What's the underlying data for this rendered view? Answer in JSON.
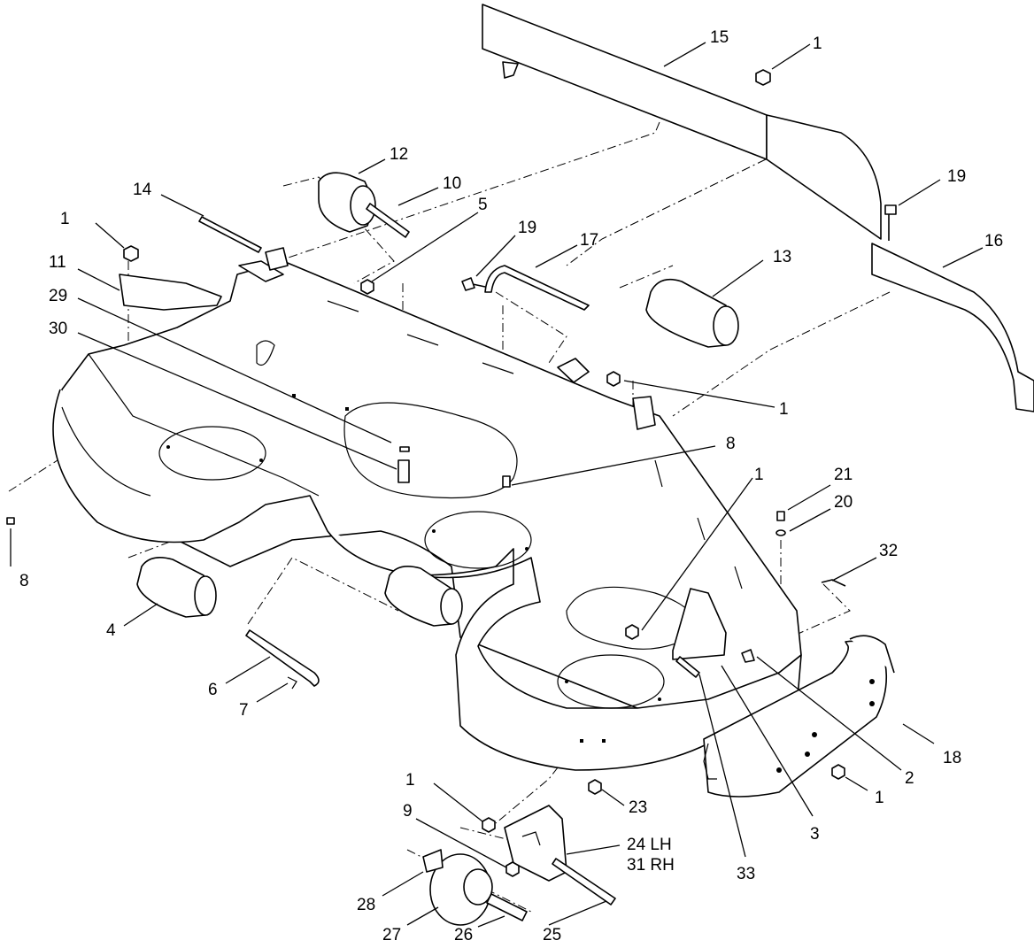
{
  "callouts": [
    {
      "id": "c15",
      "text": "15"
    },
    {
      "id": "c1a",
      "text": "1"
    },
    {
      "id": "c19a",
      "text": "19"
    },
    {
      "id": "c16",
      "text": "16"
    },
    {
      "id": "c12",
      "text": "12"
    },
    {
      "id": "c14",
      "text": "14"
    },
    {
      "id": "c10",
      "text": "10"
    },
    {
      "id": "c5",
      "text": "5"
    },
    {
      "id": "c19b",
      "text": "19"
    },
    {
      "id": "c17",
      "text": "17"
    },
    {
      "id": "c13",
      "text": "13"
    },
    {
      "id": "c1b",
      "text": "1"
    },
    {
      "id": "c11",
      "text": "11"
    },
    {
      "id": "c29",
      "text": "29"
    },
    {
      "id": "c30",
      "text": "30"
    },
    {
      "id": "c1c",
      "text": "1"
    },
    {
      "id": "c8a",
      "text": "8"
    },
    {
      "id": "c1d",
      "text": "1"
    },
    {
      "id": "c21",
      "text": "21"
    },
    {
      "id": "c20",
      "text": "20"
    },
    {
      "id": "c32",
      "text": "32"
    },
    {
      "id": "c8b",
      "text": "8"
    },
    {
      "id": "c4",
      "text": "4"
    },
    {
      "id": "c6",
      "text": "6"
    },
    {
      "id": "c7",
      "text": "7"
    },
    {
      "id": "c18",
      "text": "18"
    },
    {
      "id": "c2",
      "text": "2"
    },
    {
      "id": "c1e",
      "text": "1"
    },
    {
      "id": "c3",
      "text": "3"
    },
    {
      "id": "c33",
      "text": "33"
    },
    {
      "id": "c23",
      "text": "23"
    },
    {
      "id": "c1f",
      "text": "1"
    },
    {
      "id": "c9",
      "text": "9"
    },
    {
      "id": "c24",
      "text": "24 LH"
    },
    {
      "id": "c31",
      "text": "31 RH"
    },
    {
      "id": "c28",
      "text": "28"
    },
    {
      "id": "c27",
      "text": "27"
    },
    {
      "id": "c26",
      "text": "26"
    },
    {
      "id": "c25",
      "text": "25"
    }
  ]
}
